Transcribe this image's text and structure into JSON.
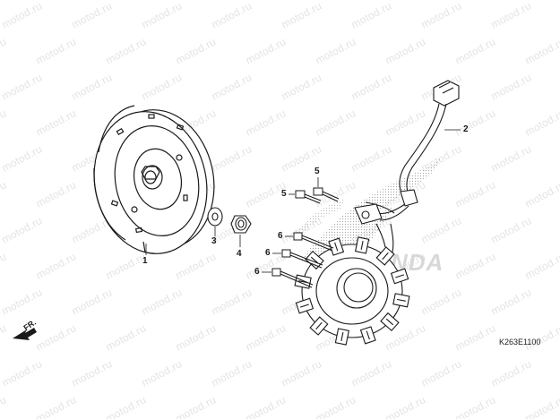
{
  "watermark": {
    "text": "motod.ru",
    "color": "#e4e4e4"
  },
  "callouts": {
    "flywheel": "1",
    "wire_harness": "2",
    "washer": "3",
    "nut": "4",
    "bolt_upper": "5",
    "bolt_lower": "5",
    "bolt_a": "6",
    "bolt_b": "6",
    "bolt_c": "6"
  },
  "direction_label": "FR.",
  "diagram_code": "K263E1100",
  "brand_watermark": {
    "text": "HONDA",
    "color": "#d8d8d8"
  }
}
